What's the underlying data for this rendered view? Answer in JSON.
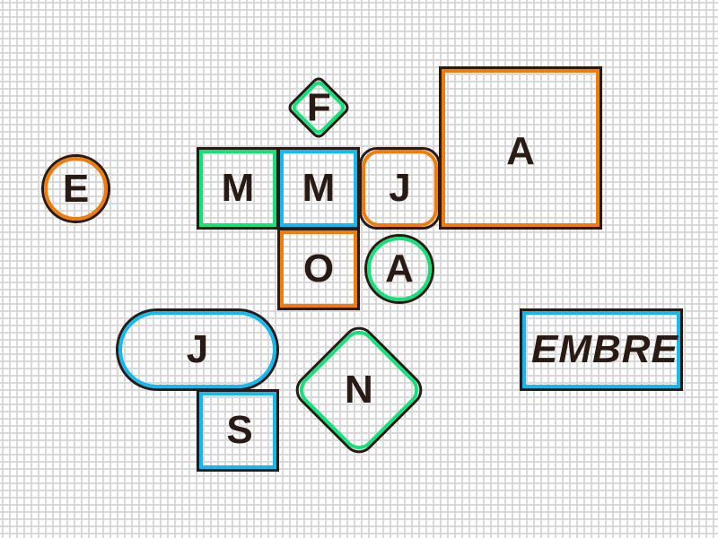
{
  "colors": {
    "outline": "#2a1a14",
    "orange": "#f07c0c",
    "green": "#17e07a",
    "blue": "#16b8f0",
    "grid": "#d9d9d9",
    "background": "#ffffff"
  },
  "tiles": [
    {
      "id": "e-circle",
      "label": "E",
      "shape": "circle",
      "color": "orange"
    },
    {
      "id": "m-green",
      "label": "M",
      "shape": "square",
      "color": "green"
    },
    {
      "id": "m-blue",
      "label": "M",
      "shape": "square",
      "color": "blue"
    },
    {
      "id": "j-orange",
      "label": "J",
      "shape": "rounded-square",
      "color": "orange"
    },
    {
      "id": "a-big",
      "label": "A",
      "shape": "square",
      "color": "orange"
    },
    {
      "id": "f-diamond",
      "label": "F",
      "shape": "diamond",
      "color": "green"
    },
    {
      "id": "o-orange",
      "label": "O",
      "shape": "square",
      "color": "orange"
    },
    {
      "id": "a-circle",
      "label": "A",
      "shape": "circle",
      "color": "green"
    },
    {
      "id": "j-pill",
      "label": "J",
      "shape": "pill",
      "color": "blue"
    },
    {
      "id": "s-blue",
      "label": "S",
      "shape": "square",
      "color": "blue"
    },
    {
      "id": "n-diamond",
      "label": "N",
      "shape": "diamond",
      "color": "green"
    },
    {
      "id": "embre-box",
      "label": "EMBRE",
      "shape": "rectangle",
      "color": "blue"
    }
  ]
}
